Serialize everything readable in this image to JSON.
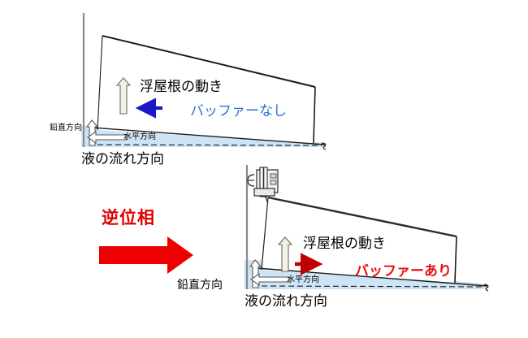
{
  "figure": {
    "title_hidden": "",
    "colors": {
      "liquid": "#cce4f5",
      "wall": "#808080",
      "outline": "#000000",
      "blue_text": "#2b6fd4",
      "blue_arrow": "#1a18c8",
      "red_text": "#e81010",
      "red_arrow": "#c00000",
      "big_red": "#ee0000",
      "roof_arrow_fill": "#f2efe4",
      "device_gray": "#8c8c8c"
    }
  },
  "panel_top": {
    "name": "no-buffer-case",
    "roof_motion_label": "浮屋根の動き",
    "buffer_label": "バッファーなし",
    "vertical_label": "鉛直方向",
    "horizontal_label": "水平方向",
    "flow_label": "液の流れ方向",
    "roof_arrow_direction": "up",
    "roof_motion_arrow_direction": "left",
    "roof_motion_arrow_color": "#1a18c8"
  },
  "panel_bottom": {
    "name": "with-buffer-case",
    "roof_motion_label": "浮屋根の動き",
    "buffer_label": "バッファーあり",
    "vertical_label": "鉛直方向",
    "horizontal_label": "水平方向",
    "flow_label": "液の流れ方向",
    "roof_arrow_direction": "up",
    "roof_motion_arrow_direction": "right",
    "roof_motion_arrow_color": "#c00000",
    "device_label": "buffer-damper-device"
  },
  "transition": {
    "label": "逆位相",
    "arrow_direction": "right",
    "arrow_color": "#ee0000"
  }
}
